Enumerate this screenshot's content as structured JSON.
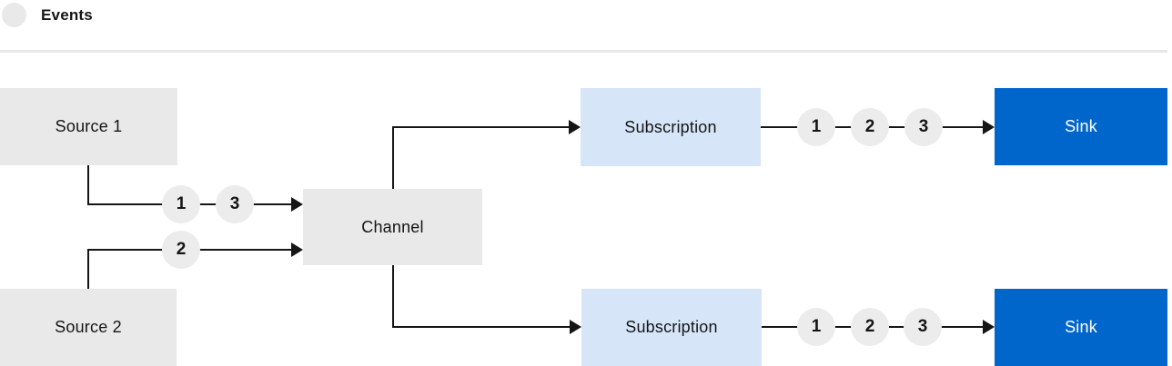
{
  "legend": {
    "label": "Events",
    "icon": "event-dot"
  },
  "colors": {
    "background": "#ffffff",
    "box_gray": "#e9e9e9",
    "box_light_blue": "#d6e6f8",
    "box_blue": "#0066cc",
    "badge_gray": "#ececec",
    "line_dark": "#151515",
    "divider_gray": "#e8e8e8",
    "text_dark": "#151515",
    "text_white": "#ffffff"
  },
  "nodes": {
    "source1": {
      "label": "Source 1"
    },
    "source2": {
      "label": "Source 2"
    },
    "channel": {
      "label": "Channel"
    },
    "subscription_top": {
      "label": "Subscription"
    },
    "subscription_bottom": {
      "label": "Subscription"
    },
    "sink_top": {
      "label": "Sink"
    },
    "sink_bottom": {
      "label": "Sink"
    }
  },
  "event_badges": {
    "source1_to_channel": [
      "1",
      "3"
    ],
    "source2_to_channel": [
      "2"
    ],
    "subscription_top_to_sink": [
      "1",
      "2",
      "3"
    ],
    "subscription_bottom_to_sink": [
      "1",
      "2",
      "3"
    ]
  }
}
